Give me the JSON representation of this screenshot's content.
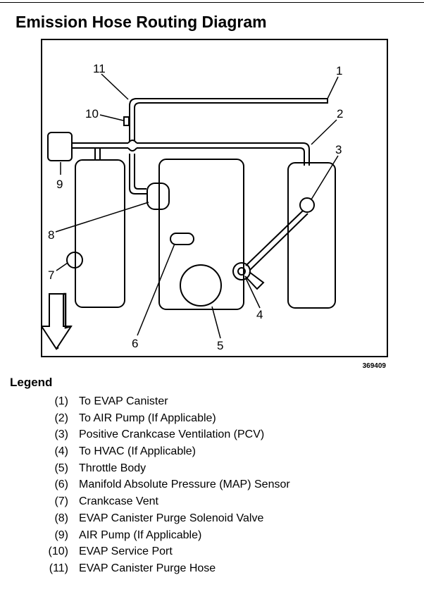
{
  "title": "Emission Hose Routing Diagram",
  "figure_number": "369409",
  "callouts": [
    "1",
    "2",
    "3",
    "4",
    "5",
    "6",
    "7",
    "8",
    "9",
    "10",
    "11"
  ],
  "legend": {
    "heading": "Legend",
    "items": [
      {
        "num": "(1)",
        "text": "To EVAP Canister"
      },
      {
        "num": "(2)",
        "text": "To AIR Pump (If Applicable)"
      },
      {
        "num": "(3)",
        "text": "Positive Crankcase Ventilation (PCV)"
      },
      {
        "num": "(4)",
        "text": "To HVAC (If Applicable)"
      },
      {
        "num": "(5)",
        "text": "Throttle Body"
      },
      {
        "num": "(6)",
        "text": "Manifold Absolute Pressure (MAP) Sensor"
      },
      {
        "num": "(7)",
        "text": "Crankcase Vent"
      },
      {
        "num": "(8)",
        "text": "EVAP Canister Purge Solenoid Valve"
      },
      {
        "num": "(9)",
        "text": "AIR Pump (If Applicable)"
      },
      {
        "num": "(10)",
        "text": "EVAP Service Port"
      },
      {
        "num": "(11)",
        "text": "EVAP Canister Purge Hose"
      }
    ]
  }
}
